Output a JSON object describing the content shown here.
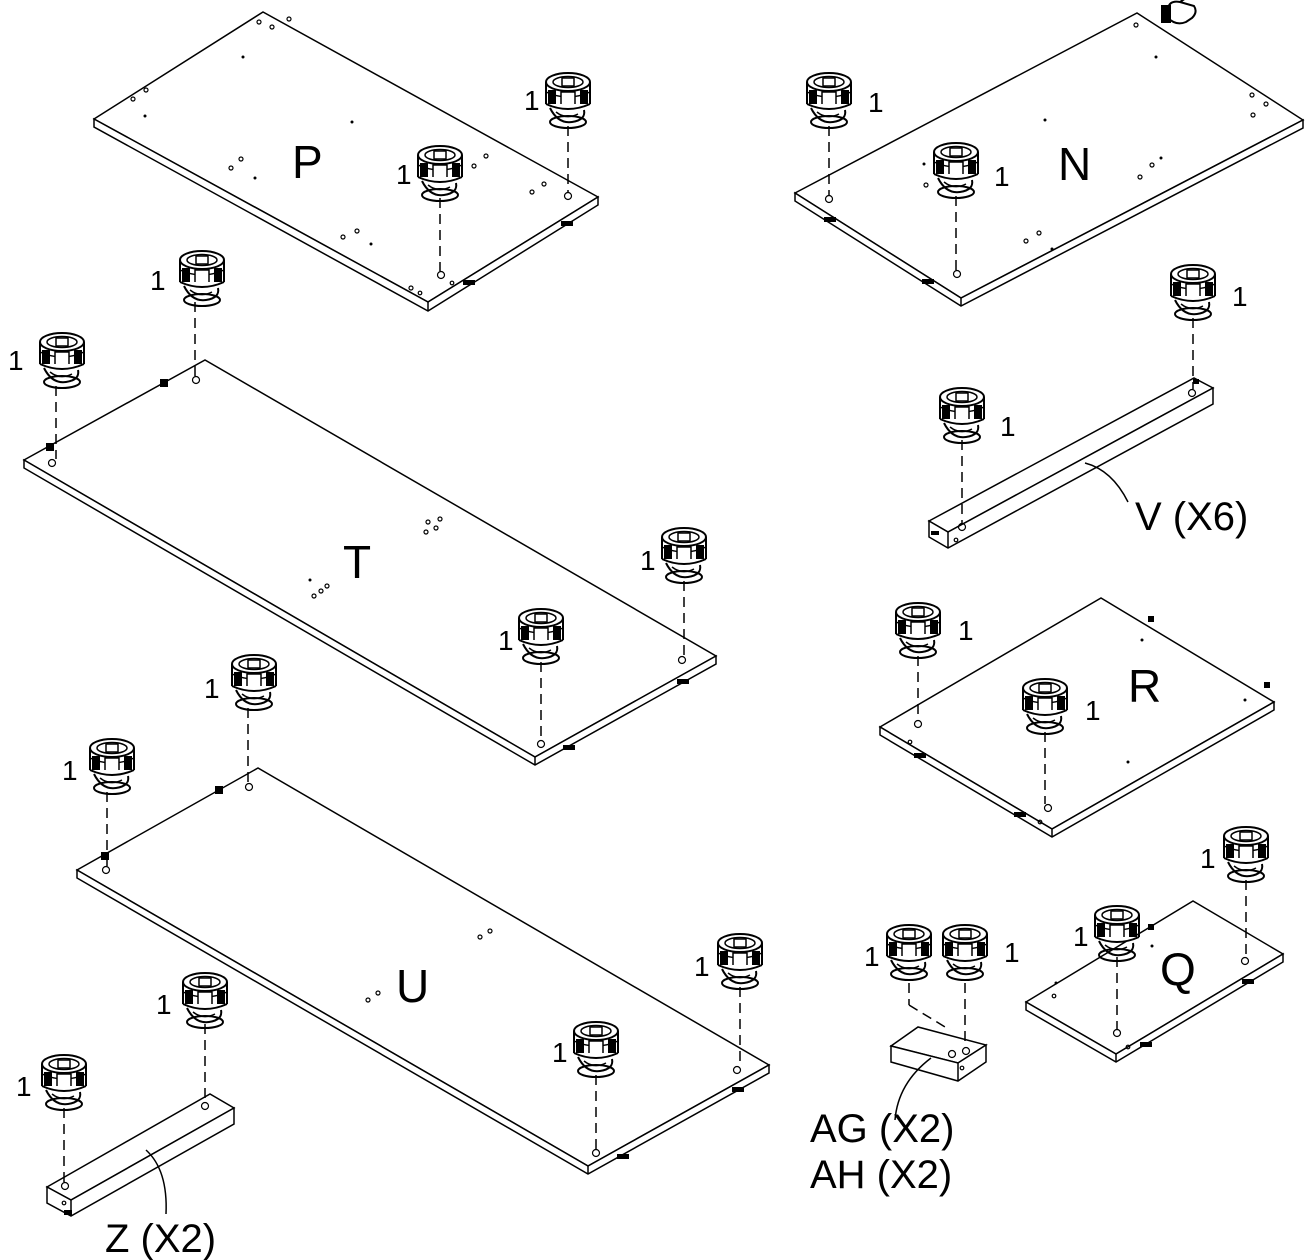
{
  "panel_labels": {
    "P": "P",
    "N": "N",
    "T": "T",
    "U": "U",
    "R": "R",
    "Q": "Q"
  },
  "part_tags": {
    "V": "V (X6)",
    "Z": "Z (X2)",
    "AG": "AG (X2)",
    "AH": "AH (X2)"
  },
  "cam_count": "1",
  "colors": {
    "line": "#000000",
    "background": "#ffffff"
  }
}
